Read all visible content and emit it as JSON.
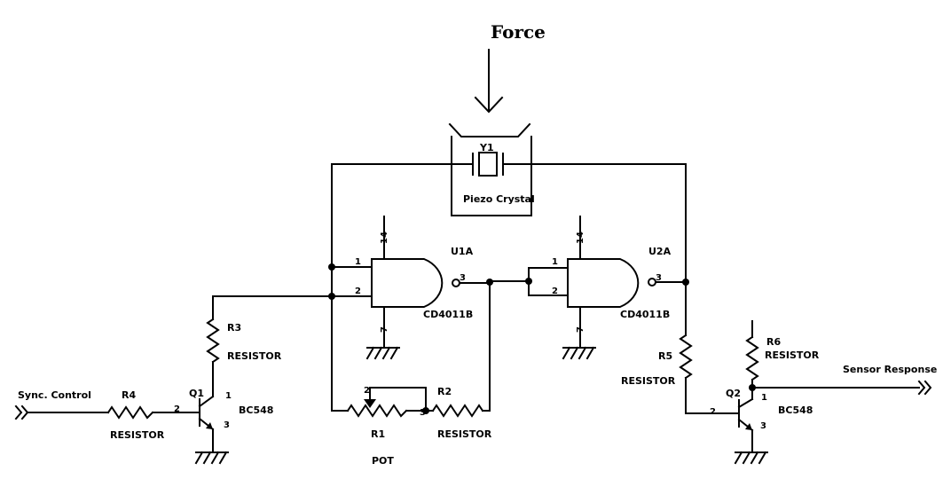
{
  "force_label": "Force",
  "crystal": {
    "ref": "Y1",
    "name": "Piezo Crystal"
  },
  "gate1": {
    "ref": "U1A",
    "part": "CD4011B",
    "pin_in1": "1",
    "pin_in2": "2",
    "pin_out": "3",
    "pin_vdd": "14",
    "pin_vss": "7"
  },
  "gate2": {
    "ref": "U2A",
    "part": "CD4011B",
    "pin_in1": "1",
    "pin_in2": "2",
    "pin_out": "3",
    "pin_vdd": "14",
    "pin_vss": "7"
  },
  "r1": {
    "ref": "R1",
    "name": "POT",
    "pin_wiper": "2",
    "pin_end": "3"
  },
  "r2": {
    "ref": "R2",
    "name": "RESISTOR"
  },
  "r3": {
    "ref": "R3",
    "name": "RESISTOR"
  },
  "r4": {
    "ref": "R4",
    "name": "RESISTOR"
  },
  "r5": {
    "ref": "R5",
    "name": "RESISTOR"
  },
  "r6": {
    "ref": "R6",
    "name": "RESISTOR"
  },
  "q1": {
    "ref": "Q1",
    "part": "BC548",
    "pin_c": "1",
    "pin_b": "2",
    "pin_e": "3"
  },
  "q2": {
    "ref": "Q2",
    "part": "BC548",
    "pin_c": "1",
    "pin_b": "2",
    "pin_e": "3"
  },
  "input_label": "Sync. Control",
  "output_label": "Sensor Response"
}
